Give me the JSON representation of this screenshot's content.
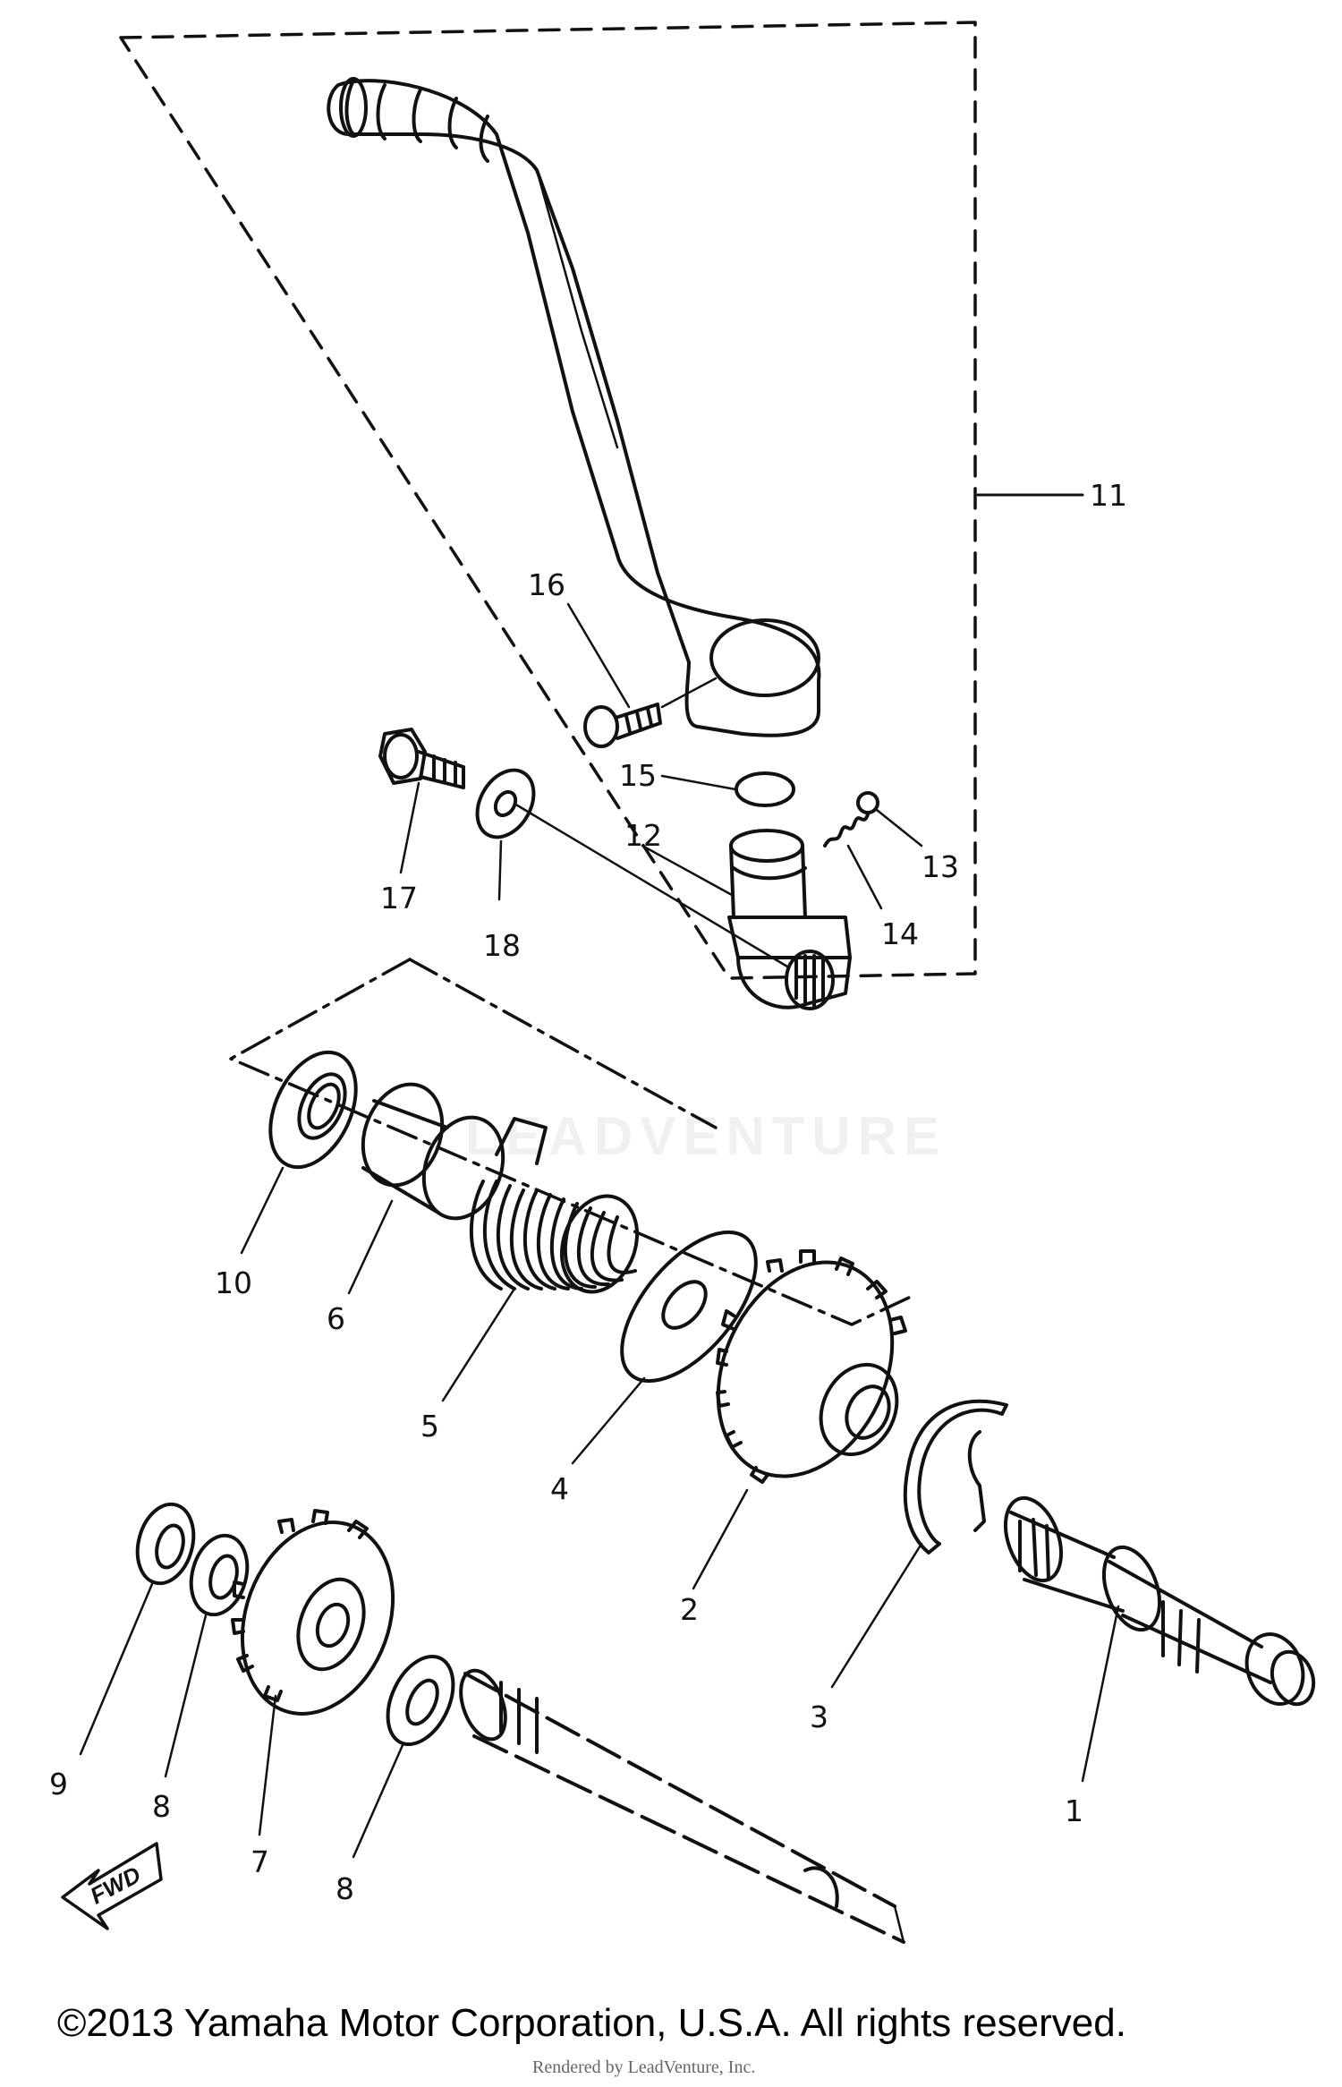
{
  "callouts": {
    "c1": "1",
    "c2": "2",
    "c3": "3",
    "c4": "4",
    "c5": "5",
    "c6": "6",
    "c7": "7",
    "c8a": "8",
    "c8b": "8",
    "c9": "9",
    "c10": "10",
    "c11": "11",
    "c12": "12",
    "c13": "13",
    "c14": "14",
    "c15": "15",
    "c16": "16",
    "c17": "17",
    "c18": "18"
  },
  "fwd_label": "FWD",
  "watermark": "LEADVENTURE",
  "copyright": "©2013 Yamaha Motor Corporation, U.S.A. All rights reserved.",
  "credit": "Rendered by LeadVenture, Inc."
}
